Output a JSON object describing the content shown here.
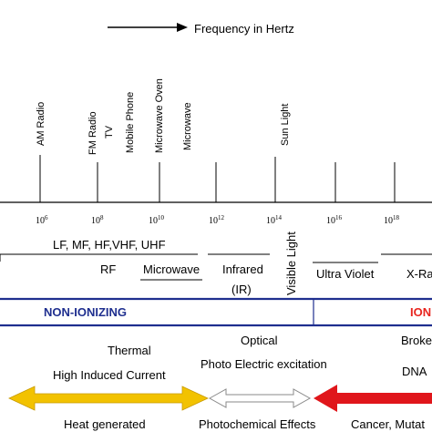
{
  "header": {
    "frequency_label": "Frequency in Hertz"
  },
  "sources": [
    {
      "label": "AM Radio"
    },
    {
      "label": "FM Radio"
    },
    {
      "label": "TV"
    },
    {
      "label": "Mobile Phone"
    },
    {
      "label": "Microwave Oven"
    },
    {
      "label": "Microwave"
    },
    {
      "label": "Sun Light"
    }
  ],
  "ticks": [
    {
      "base": "10",
      "exp": "6"
    },
    {
      "base": "10",
      "exp": "8"
    },
    {
      "base": "10",
      "exp": "10"
    },
    {
      "base": "10",
      "exp": "12"
    },
    {
      "base": "10",
      "exp": "14"
    },
    {
      "base": "10",
      "exp": "16"
    },
    {
      "base": "10",
      "exp": "18"
    }
  ],
  "bands": {
    "rf_sub": "LF, MF, HF,VHF, UHF",
    "rf": "RF",
    "microwave": "Microwave",
    "infrared_1": "Infrared",
    "infrared_2": "(IR)",
    "visible": "Visible Light",
    "ultraviolet": "Ultra Violet",
    "xray": "X-Ra"
  },
  "categories": {
    "non_ionizing": "NON-IONIZING",
    "ionizing": "ION"
  },
  "effects": {
    "thermal": "Thermal",
    "high_induced": "High Induced Current",
    "optical": "Optical",
    "photo_electric": "Photo Electric excitation",
    "broken": "Broke",
    "dna": "DNA",
    "heat": "Heat generated",
    "photochemical": "Photochemical Effects",
    "cancer": "Cancer, Mutat"
  },
  "colors": {
    "non_ionizing_text": "#1f2f8f",
    "ionizing_text": "#e8251f",
    "band_border": "#1f2f8f",
    "arrow_yellow": "#f2c200",
    "arrow_red": "#e0161b",
    "arrow_outline": "#8a8a8a"
  }
}
